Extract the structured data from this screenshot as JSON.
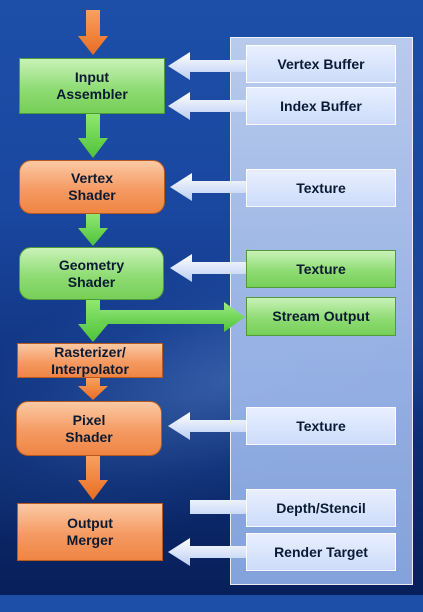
{
  "stages": {
    "input_assembler": "Input\nAssembler",
    "vertex_shader": "Vertex\nShader",
    "geometry_shader": "Geometry\nShader",
    "rasterizer": "Rasterizer/\nInterpolator",
    "pixel_shader": "Pixel\nShader",
    "output_merger": "Output\nMerger"
  },
  "resources": {
    "vertex_buffer": "Vertex Buffer",
    "index_buffer": "Index Buffer",
    "texture_vs": "Texture",
    "texture_gs": "Texture",
    "stream_output": "Stream Output",
    "texture_ps": "Texture",
    "depth_stencil": "Depth/Stencil",
    "render_target": "Render Target"
  },
  "colors": {
    "stage_green": "#8fdc74",
    "stage_orange": "#f59a62",
    "resource_blue": "#cddcfa",
    "background": "#1a47a0"
  }
}
